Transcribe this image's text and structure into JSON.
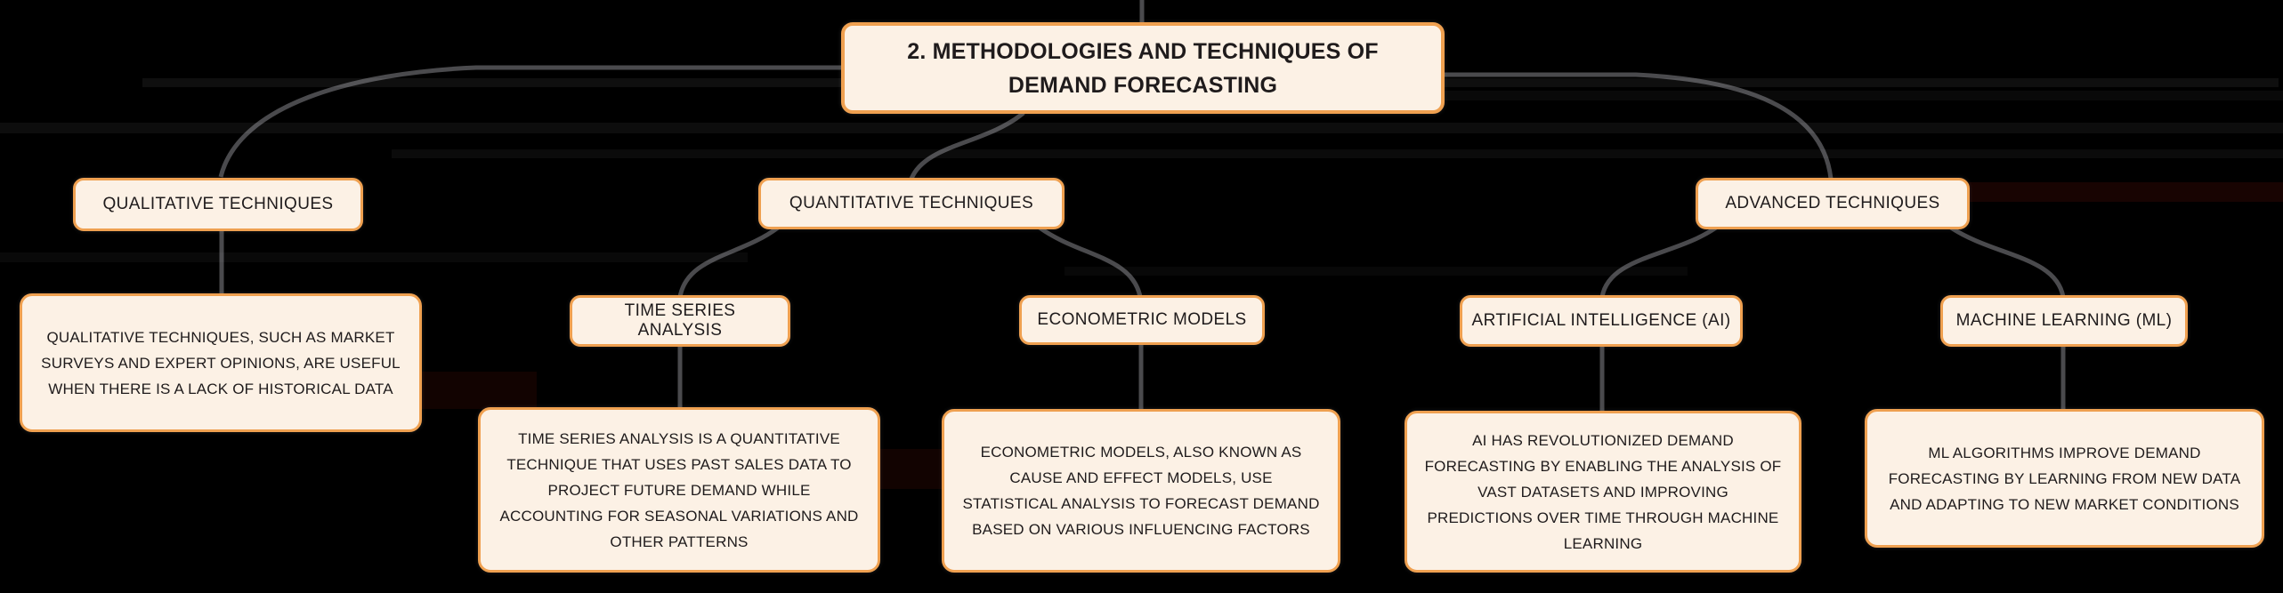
{
  "colors": {
    "background": "#000000",
    "box_fill": "#fcf1e5",
    "box_border": "#efa050",
    "connector": "#4a4a4d",
    "text": "#1f1b1c"
  },
  "root": {
    "title": "2. METHODOLOGIES AND TECHNIQUES OF DEMAND FORECASTING"
  },
  "branches": [
    {
      "label": "QUALITATIVE TECHNIQUES",
      "description": "QUALITATIVE TECHNIQUES, SUCH AS MARKET SURVEYS AND EXPERT OPINIONS, ARE USEFUL WHEN THERE IS A LACK OF HISTORICAL DATA"
    },
    {
      "label": "QUANTITATIVE TECHNIQUES",
      "children": [
        {
          "label": "TIME SERIES ANALYSIS",
          "description": "TIME SERIES ANALYSIS IS A QUANTITATIVE TECHNIQUE THAT USES PAST SALES DATA TO PROJECT FUTURE DEMAND WHILE ACCOUNTING FOR SEASONAL VARIATIONS AND OTHER PATTERNS"
        },
        {
          "label": "ECONOMETRIC MODELS",
          "description": "ECONOMETRIC MODELS, ALSO KNOWN AS CAUSE AND EFFECT MODELS, USE STATISTICAL ANALYSIS TO FORECAST DEMAND BASED ON VARIOUS INFLUENCING FACTORS"
        }
      ]
    },
    {
      "label": "ADVANCED TECHNIQUES",
      "children": [
        {
          "label": "ARTIFICIAL INTELLIGENCE (AI)",
          "description": "AI HAS REVOLUTIONIZED DEMAND FORECASTING BY ENABLING THE ANALYSIS OF VAST DATASETS AND IMPROVING PREDICTIONS OVER TIME THROUGH MACHINE LEARNING"
        },
        {
          "label": "MACHINE LEARNING (ML)",
          "description": "ML ALGORITHMS IMPROVE DEMAND FORECASTING BY LEARNING FROM NEW DATA AND ADAPTING TO NEW MARKET CONDITIONS"
        }
      ]
    }
  ]
}
